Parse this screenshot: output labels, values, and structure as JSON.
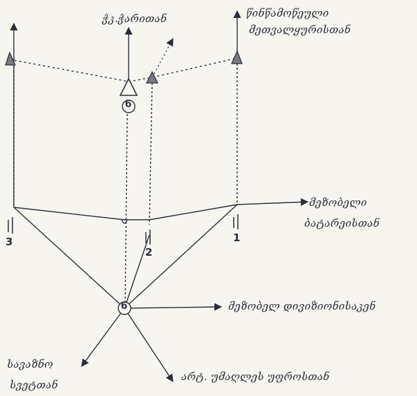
{
  "labels": {
    "top_center": "ჭკ.ჭარითან",
    "top_right_line1": "წინწამოწეული",
    "top_right_line2": "მეთვალყურისთან",
    "right_upper_line1": "მეზობელი",
    "right_upper_line2": "ბატარეისთან",
    "right_middle": "მეზობელ დივიზიონისაკენ",
    "bottom_left_line1": "სავაზნო",
    "bottom_left_line2": "სვეტთან",
    "bottom_right": "არტ. უმაღლეს უფროსთან"
  },
  "guns": {
    "gun_1": "1",
    "gun_2": "2",
    "gun_3": "3"
  },
  "node_symbol": "б",
  "colors": {
    "ink": "#2c2c3a",
    "paper": "#f7f5f0"
  }
}
